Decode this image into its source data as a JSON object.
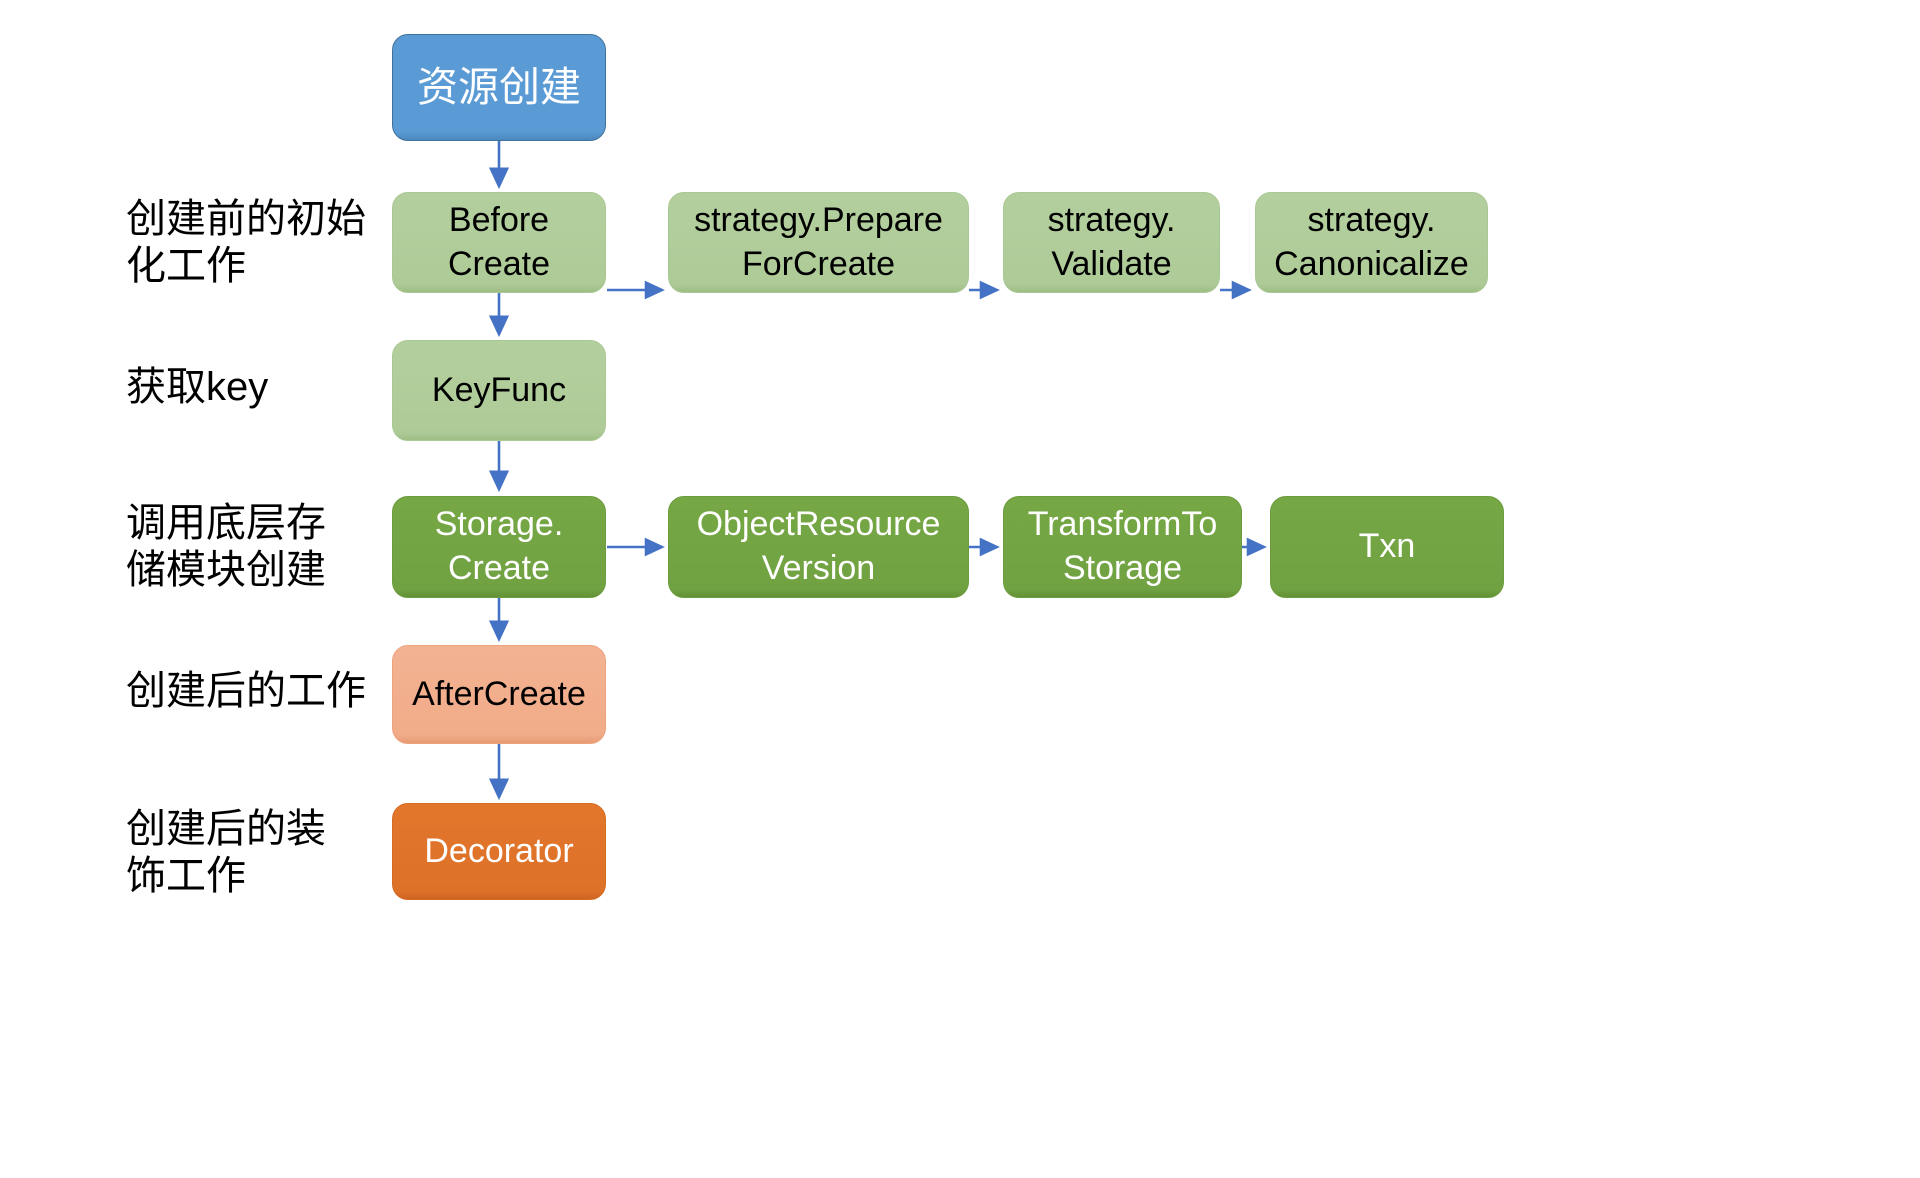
{
  "diagram": {
    "title_node": {
      "label": "资源创建",
      "fill": "#5b9bd5",
      "text_color": "#ffffff"
    },
    "stage_labels": [
      {
        "id": "stage-before-create",
        "text": "创建前的初始\n化工作"
      },
      {
        "id": "stage-keyfunc",
        "text": "获取key"
      },
      {
        "id": "stage-storage",
        "text": "调用底层存\n储模块创建"
      },
      {
        "id": "stage-after-create",
        "text": "创建后的工作"
      },
      {
        "id": "stage-decorator",
        "text": "创建后的装\n饰工作"
      }
    ],
    "rows": [
      {
        "id": "row-before-create",
        "nodes": [
          {
            "id": "node-before-create",
            "label": "Before\nCreate"
          },
          {
            "id": "node-strategy-prepare-for-create",
            "label": "strategy.Prepare\nForCreate"
          },
          {
            "id": "node-strategy-validate",
            "label": "strategy.\nValidate"
          },
          {
            "id": "node-strategy-canonicalize",
            "label": "strategy.\nCanonicalize"
          }
        ]
      },
      {
        "id": "row-keyfunc",
        "nodes": [
          {
            "id": "node-keyfunc",
            "label": "KeyFunc"
          }
        ]
      },
      {
        "id": "row-storage-create",
        "nodes": [
          {
            "id": "node-storage-create",
            "label": "Storage.\nCreate"
          },
          {
            "id": "node-object-resource-version",
            "label": "ObjectResource\nVersion"
          },
          {
            "id": "node-transform-to-storage",
            "label": "TransformTo\nStorage"
          },
          {
            "id": "node-txn",
            "label": "Txn"
          }
        ]
      },
      {
        "id": "row-after-create",
        "nodes": [
          {
            "id": "node-after-create",
            "label": "AfterCreate"
          }
        ]
      },
      {
        "id": "row-decorator",
        "nodes": [
          {
            "id": "node-decorator",
            "label": "Decorator"
          }
        ]
      }
    ],
    "colors": {
      "title_blue": "#5b9bd5",
      "light_green": "#b3cf9e",
      "dark_green": "#76a745",
      "salmon": "#f3b393",
      "orange": "#e2762b",
      "arrow_blue": "#4472c4",
      "text_dark": "#000000",
      "text_light": "#ffffff",
      "background": "#ffffff"
    }
  }
}
